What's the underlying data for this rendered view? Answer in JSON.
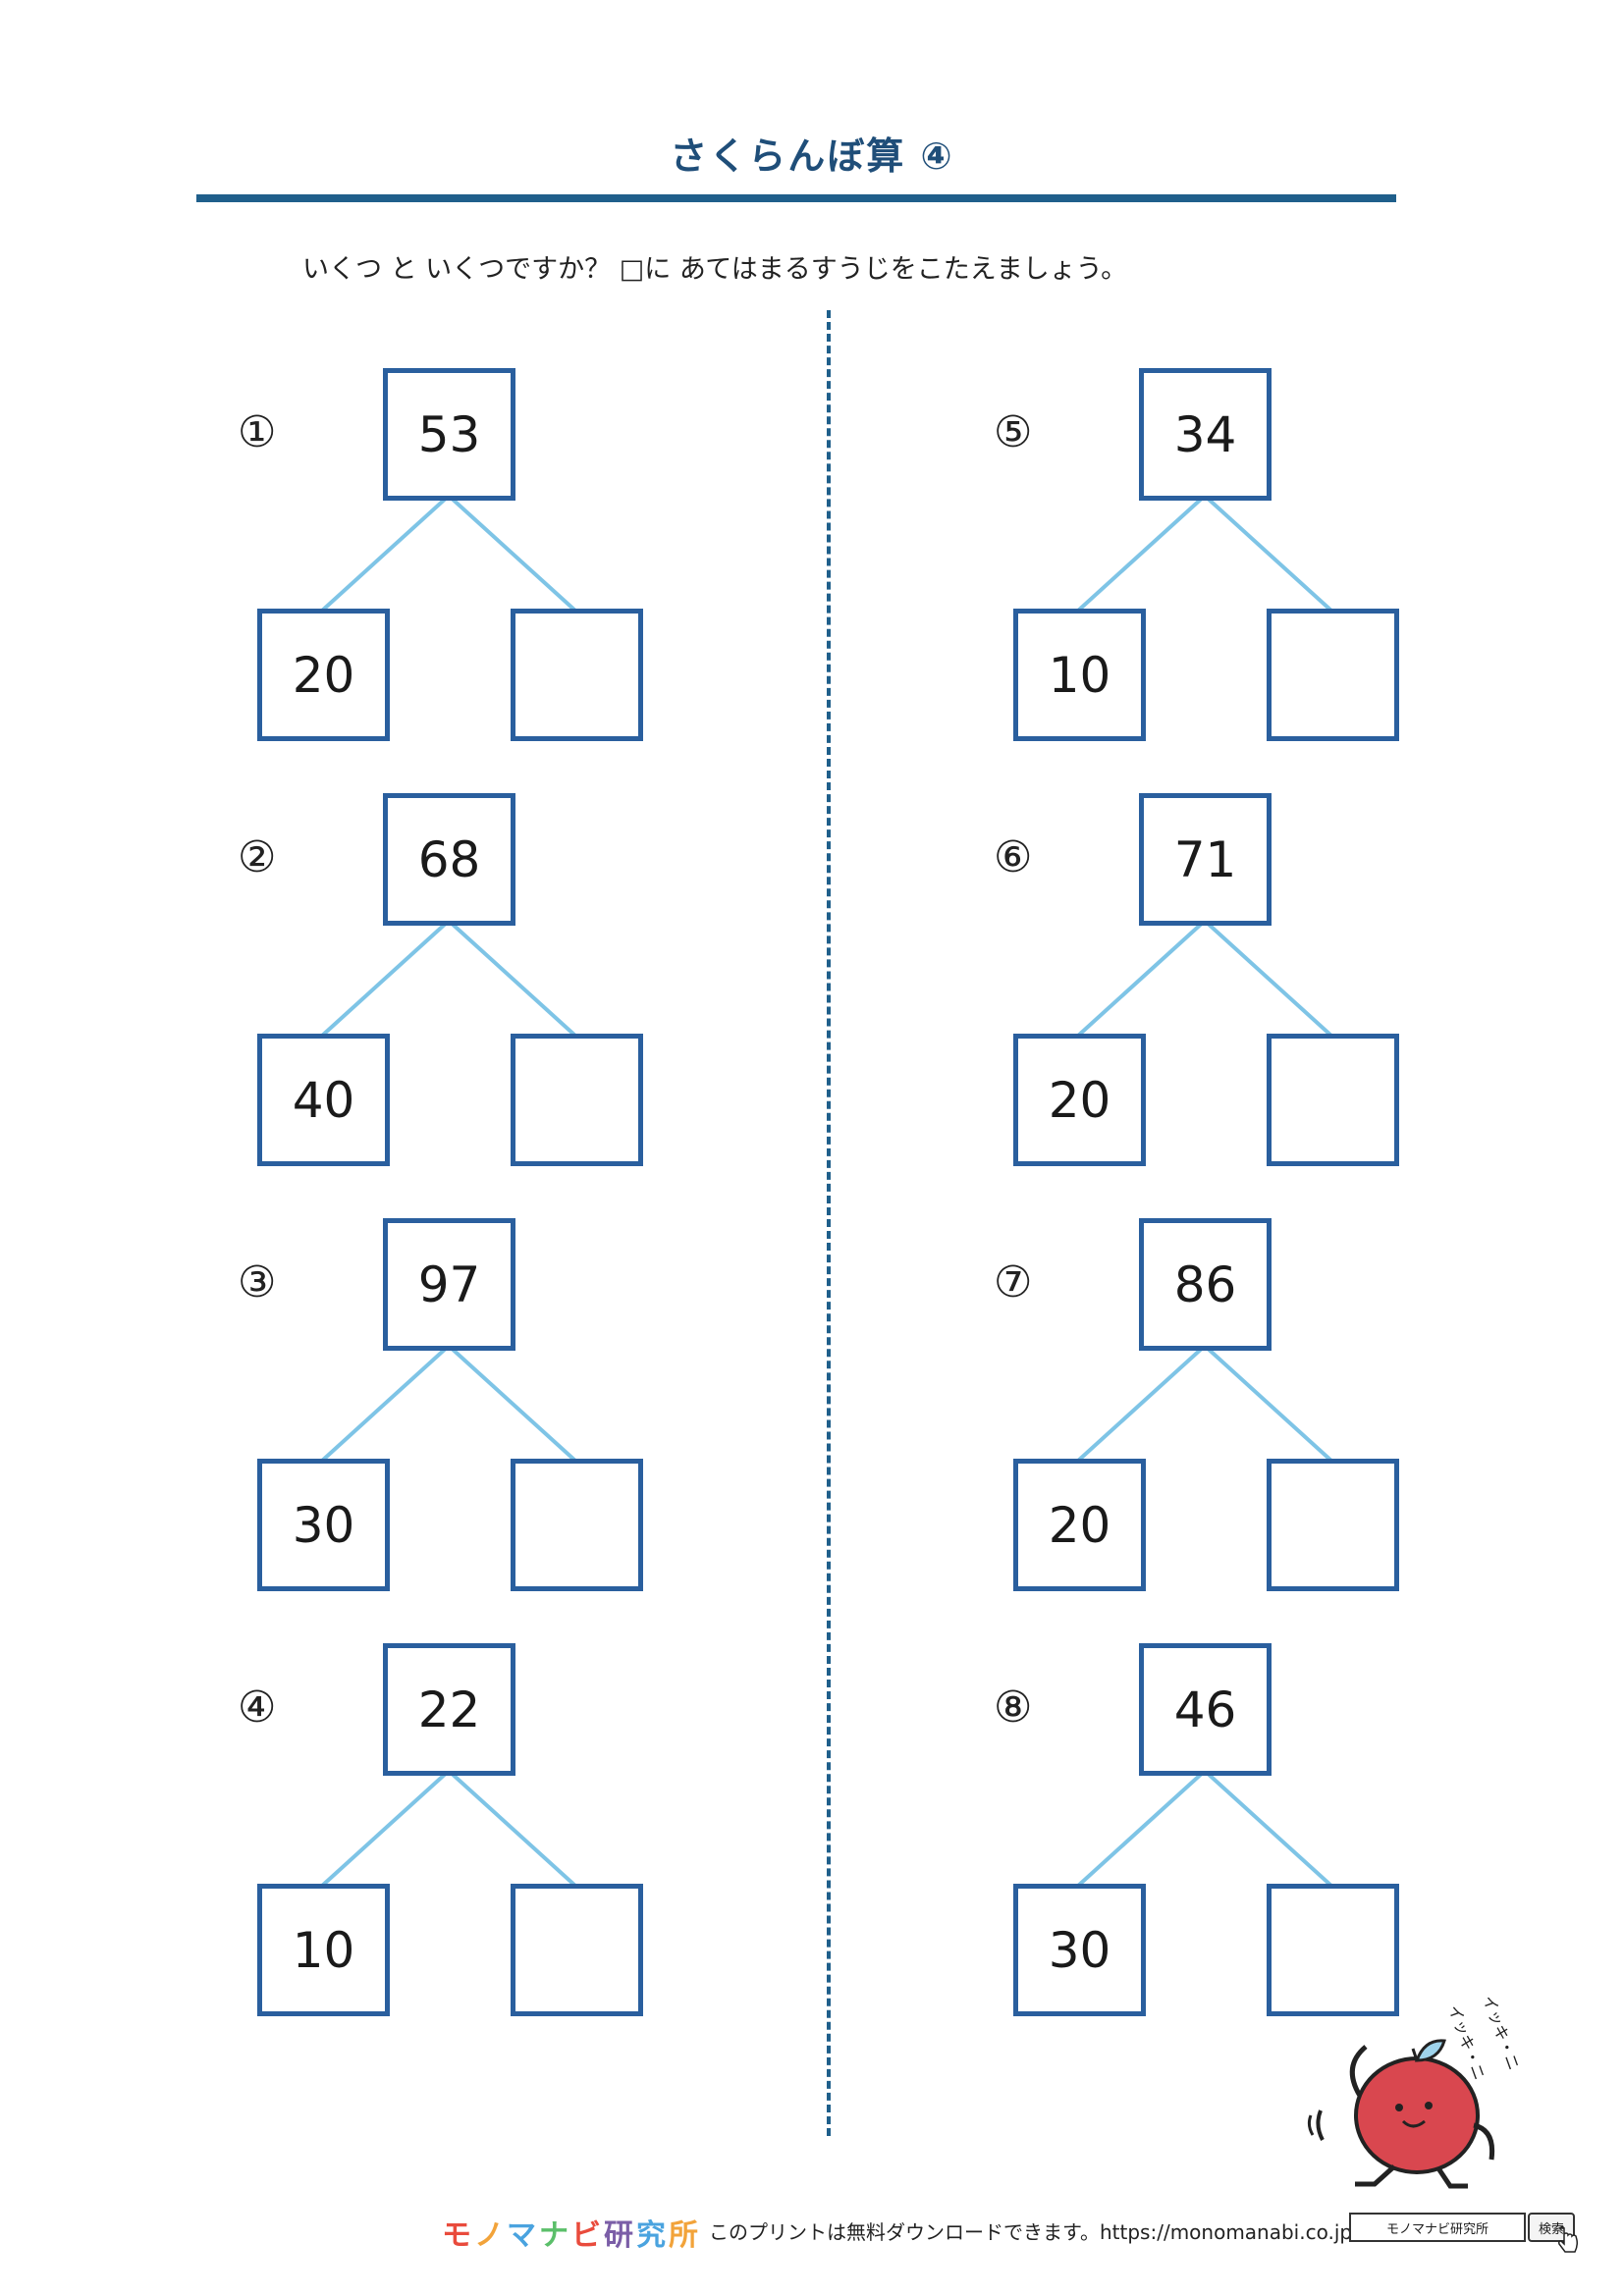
{
  "title": "さくらんぼ算 ④",
  "instruction": "いくつ と いくつですか？ □に あてはまるすうじをこたえましょう。",
  "colors": {
    "accent": "#1f5f8b",
    "box_border": "#2a5f9e",
    "line": "#7ec4e6"
  },
  "problems": [
    {
      "label": "①",
      "total": "53",
      "given": "20",
      "answer": ""
    },
    {
      "label": "②",
      "total": "68",
      "given": "40",
      "answer": ""
    },
    {
      "label": "③",
      "total": "97",
      "given": "30",
      "answer": ""
    },
    {
      "label": "④",
      "total": "22",
      "given": "10",
      "answer": ""
    },
    {
      "label": "⑤",
      "total": "34",
      "given": "10",
      "answer": ""
    },
    {
      "label": "⑥",
      "total": "71",
      "given": "20",
      "answer": ""
    },
    {
      "label": "⑦",
      "total": "86",
      "given": "20",
      "answer": ""
    },
    {
      "label": "⑧",
      "total": "46",
      "given": "30",
      "answer": ""
    }
  ],
  "footer": {
    "logo": "モノマナビ研究所",
    "logo_colors": [
      "#e94b3c",
      "#f2a33a",
      "#4aa3df",
      "#5bbf6a",
      "#e94b3c",
      "#7b5ea7",
      "#4aa3df",
      "#f2a33a"
    ],
    "note": "このプリントは無料ダウンロードできます。https://monomanabi.co.jp",
    "search_text": "モノマナビ研究所",
    "search_button": "検索"
  },
  "mascot": {
    "icon": "apple-mascot-icon",
    "shout_1": "イッキ・ニ",
    "shout_2": "イッキ・ニ"
  }
}
